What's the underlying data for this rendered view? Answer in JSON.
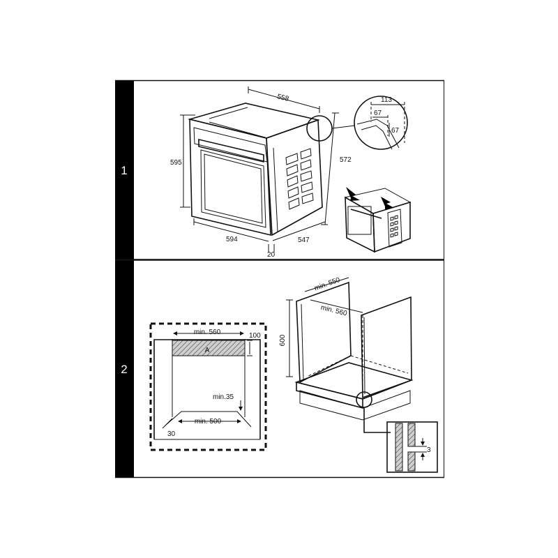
{
  "steps": {
    "one": "1",
    "two": "2"
  },
  "panel1": {
    "dims": {
      "depth_top": "558",
      "height_front": "595",
      "height_side": "572",
      "width_front": "594",
      "depth_side": "547",
      "front_thick": "20",
      "detail_w": "113",
      "detail_a": "67",
      "detail_b": "67"
    }
  },
  "panel2": {
    "plan": {
      "min_width": "min. 560",
      "top_depth": "100",
      "zone_label": "A",
      "min_gap": "min.35",
      "min_bottom": "min. 500",
      "side_offset": "30"
    },
    "cabinet": {
      "min_depth": "min. 550",
      "min_width": "min. 560",
      "height": "600",
      "detail_gap": "3"
    }
  },
  "colors": {
    "ink": "#111111",
    "sidebar": "#000000",
    "hatch": "#888888"
  }
}
